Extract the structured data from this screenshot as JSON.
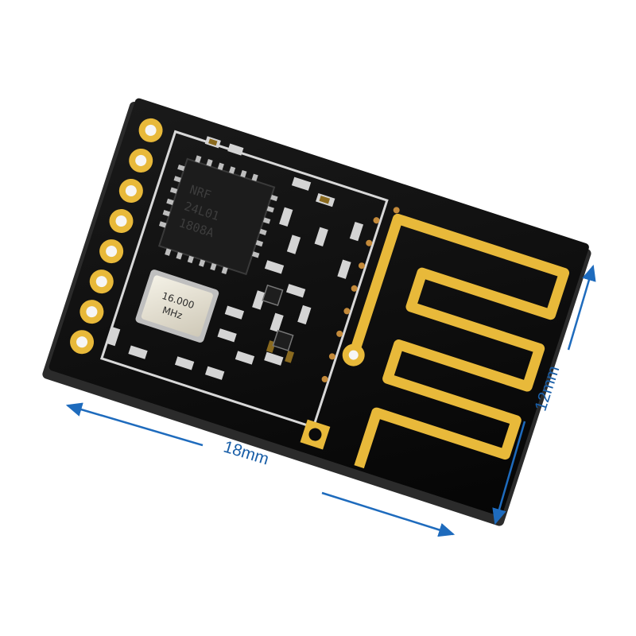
{
  "dimensions": {
    "width_label": "18mm",
    "height_label": "12mm",
    "arrow_color": "#1e6bbd"
  },
  "module": {
    "board_color": "#0b0b0b",
    "gold_color": "#e8b93a",
    "chip": {
      "line1": "NRF",
      "line2": "24L01",
      "line3": "1808A"
    },
    "crystal": {
      "frequency": "16.000",
      "unit": "MHz"
    },
    "pin_count": 8
  }
}
